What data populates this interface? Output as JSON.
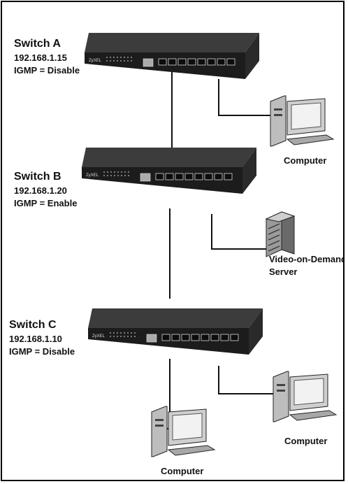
{
  "switches": [
    {
      "name": "Switch A",
      "ip": "192.168.1.15",
      "igmp": "IGMP = Disable",
      "brand": "ZyXEL"
    },
    {
      "name": "Switch B",
      "ip": "192.168.1.20",
      "igmp": "IGMP = Enable",
      "brand": "ZyXEL"
    },
    {
      "name": "Switch C",
      "ip": "192.168.1.10",
      "igmp": "IGMP = Disable",
      "brand": "ZyXEL"
    }
  ],
  "devices": {
    "computer_a": "Computer",
    "server_b_line1": "Video-on-Demand",
    "server_b_line2": "Server",
    "computer_c_right": "Computer",
    "computer_c_bottom": "Computer"
  },
  "colors": {
    "switch_top": "#3c3c3c",
    "switch_front": "#1c1c1c",
    "switch_side": "#2a2a2a",
    "monitor_screen": "#f2f2f2",
    "tower": "#bdbdbd",
    "link": "#111111"
  }
}
